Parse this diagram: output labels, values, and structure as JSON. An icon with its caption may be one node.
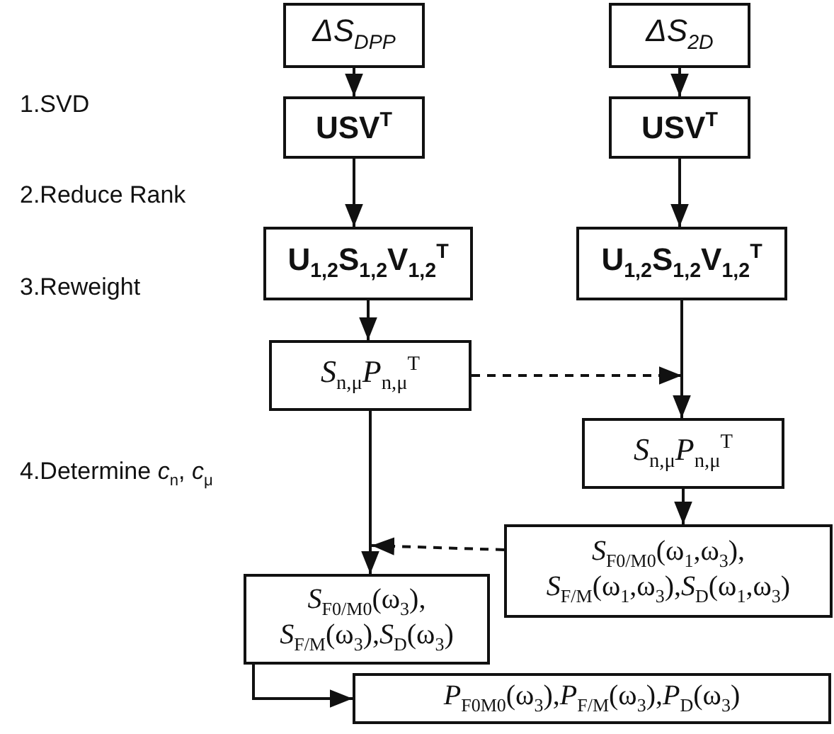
{
  "diagram": {
    "nodes": [
      {
        "text": [
          "ΔS$_{DPP}$"
        ]
      },
      {
        "text": [
          "ΔS$_{2D}$"
        ]
      },
      {
        "text": [
          "USV$^{T}$"
        ]
      },
      {
        "text": [
          "USV$^{T}$"
        ]
      },
      {
        "text": [
          "U$_{1,2}$S$_{1,2}$V$_{1,2}$$^{T}$"
        ]
      },
      {
        "text": [
          "U$_{1,2}$S$_{1,2}$V$_{1,2}$$^{T}$"
        ]
      },
      {
        "text": [
          "*S*$_{n,μ}$*P*$_{n,μ}$$^{T}$"
        ]
      },
      {
        "text": [
          "*S*$_{n,μ}$*P*$_{n,μ}$$^{T}$"
        ]
      },
      {
        "text": [
          "*S*$_{F0/M0}$(ω$_{1}$,ω$_{3}$), *S*$_{F/M}$(ω$_{1}$,ω$_{3}$),*S*$_{D}$(ω$_{1}$,ω$_{3}$)"
        ]
      },
      {
        "text": [
          "*S*$_{F0/M0}$(ω$_{3}$), *S*$_{F/M}$(ω$_{3}$),*S*$_{D}$(ω$_{3}$)"
        ]
      },
      {
        "text": [
          "*P*$_{F0M0}$(ω$_{3}$),*P*$_{F/M}$(ω$_{3}$),*P*$_{D}$(ω$_{3}$)"
        ]
      }
    ],
    "edges": [
      {
        "from": 0,
        "to": 2,
        "arrow": "to"
      },
      {
        "from": 1,
        "to": 3,
        "arrow": "to"
      },
      {
        "from": 2,
        "to": 4,
        "arrow": "to"
      },
      {
        "from": 3,
        "to": 5,
        "arrow": "to"
      },
      {
        "from": 4,
        "to": 6,
        "arrow": "to"
      },
      {
        "from": 5,
        "to": 7,
        "arrow": "to"
      },
      {
        "from": 6,
        "to": 7,
        "arrow": "to",
        "style": "dashed"
      },
      {
        "from": 6,
        "to": 9,
        "arrow": "to"
      },
      {
        "from": 7,
        "to": 8,
        "arrow": "to"
      },
      {
        "from": 8,
        "to": 9,
        "arrow": "to",
        "style": "dashed"
      },
      {
        "from": 9,
        "to": 10,
        "arrow": "to"
      }
    ],
    "labels": [
      "1.SVD",
      "2.Reduce Rank",
      "3.Reweight",
      "4.Determine *c*$_{n}$, *c*$_{μ}$"
    ]
  }
}
